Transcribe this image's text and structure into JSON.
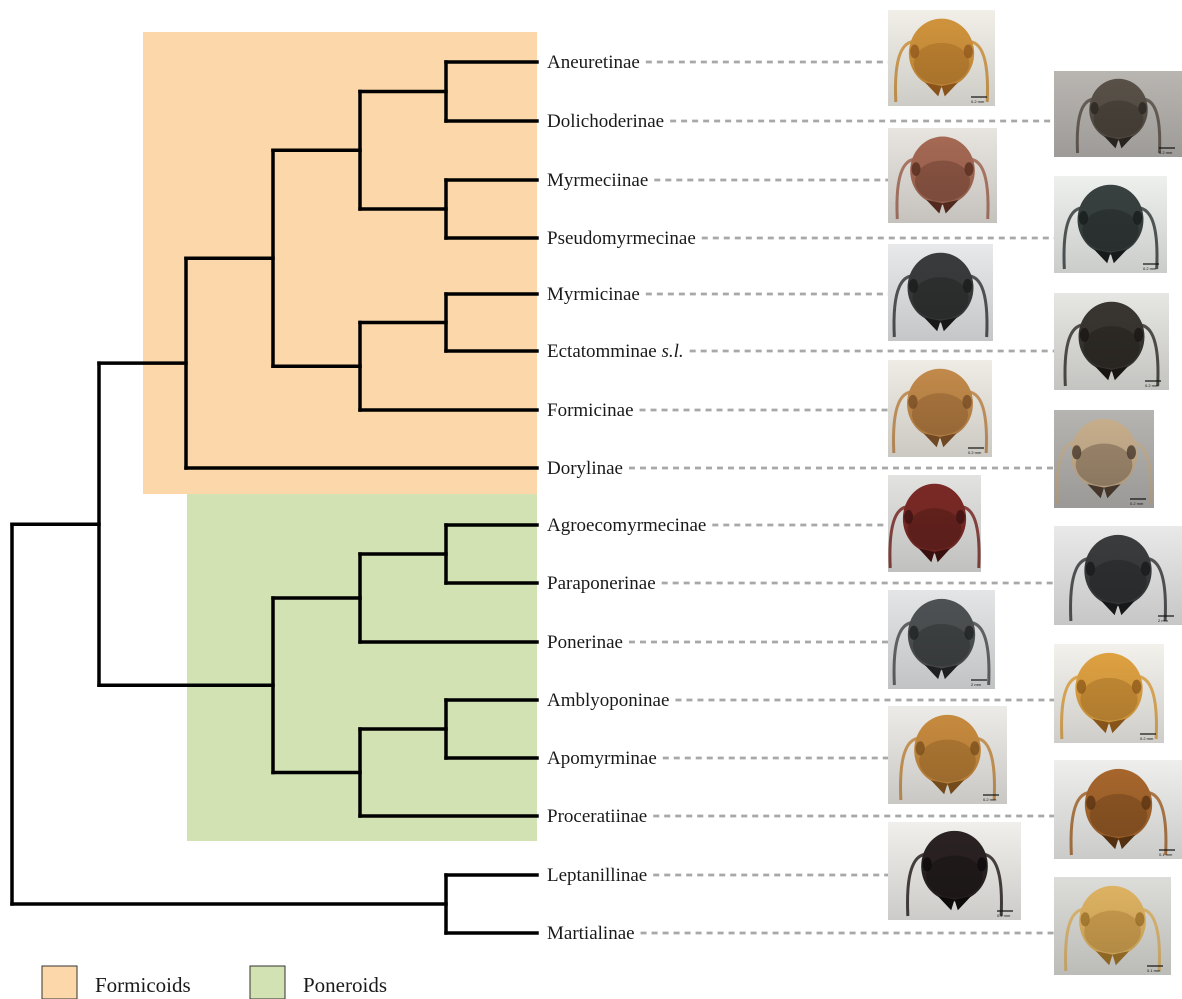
{
  "clades": [
    {
      "name": "Formicoids",
      "color": "#fbd7a9"
    },
    {
      "name": "Poneroids",
      "color": "#d2e2b2"
    }
  ],
  "taxa": [
    {
      "name": "Aneuretinae",
      "italic_suffix": "",
      "photo_tone": "#d3953d",
      "photo_dark": "#9c5e1e",
      "photo_bg": "#f1efe8",
      "scale_label": "0.2 mm"
    },
    {
      "name": "Dolichoderinae",
      "italic_suffix": "",
      "photo_tone": "#5a5249",
      "photo_dark": "#2d2923",
      "photo_bg": "#b9b6b2",
      "scale_label": "0.2 mm"
    },
    {
      "name": "Myrmeciinae",
      "italic_suffix": "",
      "photo_tone": "#a76a55",
      "photo_dark": "#5c2f22",
      "photo_bg": "#e8e4df",
      "scale_label": ""
    },
    {
      "name": "Pseudomyrmecinae",
      "italic_suffix": "",
      "photo_tone": "#394141",
      "photo_dark": "#191e1e",
      "photo_bg": "#eef0ee",
      "scale_label": "0.2 mm"
    },
    {
      "name": "Myrmicinae",
      "italic_suffix": "",
      "photo_tone": "#3b3c3d",
      "photo_dark": "#1b1b1b",
      "photo_bg": "#e8e9ea",
      "scale_label": ""
    },
    {
      "name": "Ectatomminae",
      "italic_suffix": "s.l.",
      "photo_tone": "#3a3631",
      "photo_dark": "#1b1815",
      "photo_bg": "#e6e6e3",
      "scale_label": "0.2 mm"
    },
    {
      "name": "Formicinae",
      "italic_suffix": "",
      "photo_tone": "#c48b4b",
      "photo_dark": "#7f5128",
      "photo_bg": "#efece5",
      "scale_label": "0.2 mm"
    },
    {
      "name": "Dorylinae",
      "italic_suffix": "",
      "photo_tone": "#c9b08e",
      "photo_dark": "#4d3d30",
      "photo_bg": "#b6b4b1",
      "scale_label": "0.2 mm"
    },
    {
      "name": "Agroecomyrmecinae",
      "italic_suffix": "",
      "photo_tone": "#7c2a26",
      "photo_dark": "#401311",
      "photo_bg": "#e2e2e0",
      "scale_label": ""
    },
    {
      "name": "Paraponerinae",
      "italic_suffix": "",
      "photo_tone": "#3a3c3e",
      "photo_dark": "#1a1b1c",
      "photo_bg": "#e9e9e9",
      "scale_label": "2 mm"
    },
    {
      "name": "Ponerinae",
      "italic_suffix": "",
      "photo_tone": "#4f5254",
      "photo_dark": "#222425",
      "photo_bg": "#e3e5e6",
      "scale_label": "2 mm"
    },
    {
      "name": "Amblyoponinae",
      "italic_suffix": "",
      "photo_tone": "#e1a342",
      "photo_dark": "#99601c",
      "photo_bg": "#f3f1ec",
      "scale_label": "0.2 mm"
    },
    {
      "name": "Apomyrminae",
      "italic_suffix": "",
      "photo_tone": "#c98c3f",
      "photo_dark": "#83551e",
      "photo_bg": "#ecebe7",
      "scale_label": "0.2 mm"
    },
    {
      "name": "Proceratiinae",
      "italic_suffix": "",
      "photo_tone": "#a8672d",
      "photo_dark": "#5f3713",
      "photo_bg": "#eeeeec",
      "scale_label": "0.1 mm"
    },
    {
      "name": "Leptanillinae",
      "italic_suffix": "",
      "photo_tone": "#2a2223",
      "photo_dark": "#0e0b0b",
      "photo_bg": "#f0efec",
      "scale_label": "0.2 mm"
    },
    {
      "name": "Martialinae",
      "italic_suffix": "",
      "photo_tone": "#e0b463",
      "photo_dark": "#a27429",
      "photo_bg": "#dcdcd8",
      "scale_label": "0.1 mm"
    }
  ],
  "style": {
    "tree_color": "#000000",
    "connector_color": "#a8a8a8",
    "text_color": "#1a1a1a"
  }
}
